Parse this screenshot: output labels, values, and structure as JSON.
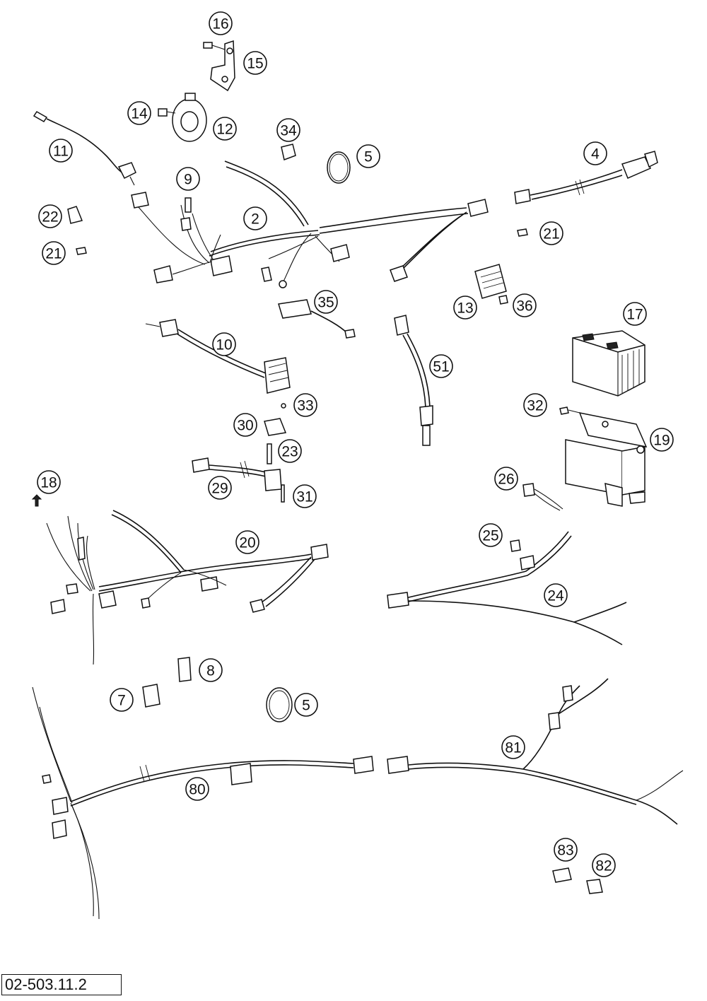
{
  "diagram": {
    "drawing_number": "02-503.11.2",
    "callouts": [
      "16",
      "15",
      "14",
      "12",
      "11",
      "34",
      "5",
      "4",
      "9",
      "2",
      "22",
      "21",
      "21",
      "35",
      "13",
      "36",
      "17",
      "10",
      "51",
      "33",
      "30",
      "32",
      "19",
      "18",
      "23",
      "29",
      "31",
      "26",
      "20",
      "25",
      "24",
      "8",
      "7",
      "5",
      "81",
      "80",
      "83",
      "82"
    ]
  }
}
